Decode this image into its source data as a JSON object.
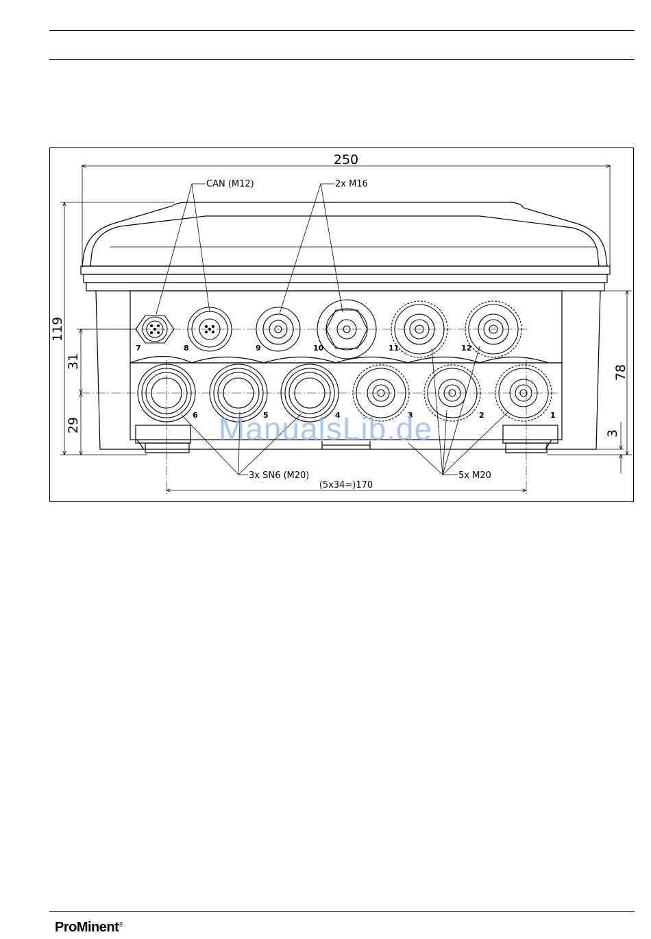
{
  "drawing": {
    "dim_width": "250",
    "dim_height_total": "119",
    "dim_row_upper": "31",
    "dim_row_lower": "29",
    "dim_side": "78",
    "dim_foot": "3",
    "dim_pitch": "(5x34=)170",
    "callouts": {
      "can": "CAN (M12)",
      "m16": "2x M16",
      "sn6": "3x SN6 (M20)",
      "m20": "5x M20"
    },
    "ports_top": [
      "7",
      "8",
      "9",
      "10",
      "11",
      "12"
    ],
    "ports_bottom": [
      "6",
      "5",
      "4",
      "3",
      "2",
      "1"
    ]
  },
  "watermark": "ManualsLib.de",
  "footer": {
    "brand": "ProMinent",
    "reg_mark": "®"
  }
}
